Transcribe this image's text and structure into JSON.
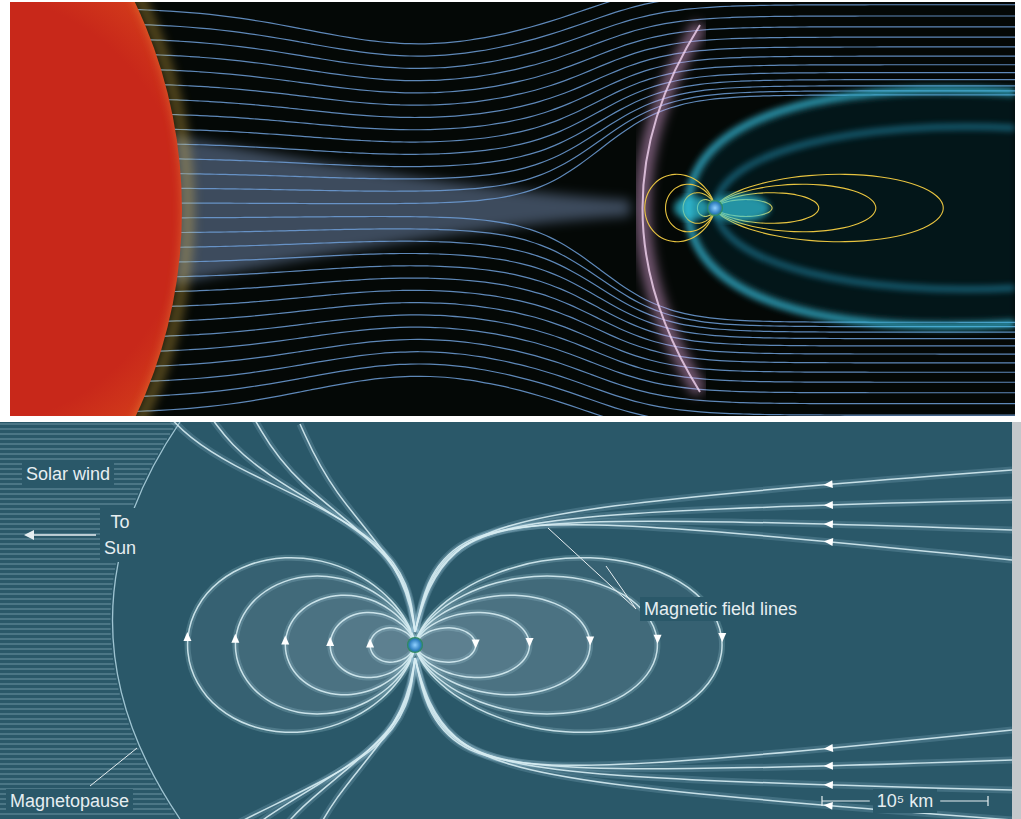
{
  "diagram": {
    "labels": [
      "Solar wind",
      "To Sun",
      "Magnetic field lines",
      "Magnetopause",
      "10⁵ km"
    ]
  }
}
